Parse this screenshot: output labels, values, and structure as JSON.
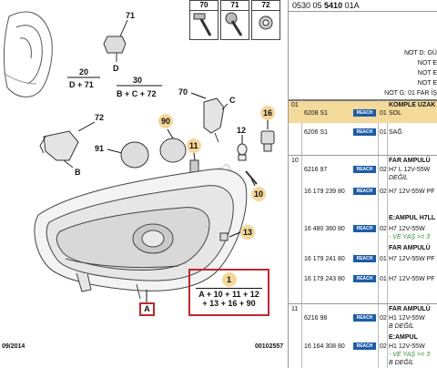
{
  "diagram": {
    "labels": {
      "l71": "71",
      "lD": "D",
      "l20": "20",
      "l20f": "D + 71",
      "l30": "30",
      "l30f": "B + C + 72",
      "l70": "70",
      "lC": "C",
      "l72": "72",
      "l90": "90",
      "l16": "16",
      "l12": "12",
      "lB": "B",
      "l91": "91",
      "l11": "11",
      "l10": "10",
      "l13": "13"
    },
    "screws": [
      "70",
      "71",
      "72"
    ],
    "formula": {
      "badge": "1",
      "line1": "A + 10 + 11 + 12",
      "line2": "+ 13 + 16 + 90"
    },
    "a_label": "A",
    "footer_left": "09/2014",
    "footer_right": "00102557",
    "watermark": "duyukoto.com",
    "colors": {
      "frame": "#c0282d",
      "badge": "#f6d79a",
      "reach": "#1d5ca8",
      "highlight": "#f3d99a"
    }
  },
  "panel": {
    "ref_prefix": "0530 05 ",
    "ref_bold": "5410",
    "ref_suffix": " 01A",
    "notes": [
      "NOT D: GÜ",
      "NOT E",
      "NOT E",
      "NOT E",
      "NOT G: 01 FAR İŞ"
    ],
    "items": [
      {
        "no": "01",
        "rows": [
          {
            "part": "6208 S1",
            "reach": "REACH",
            "qty": "01",
            "desc": "KOMPLE UZAK",
            "desc2": "SOL"
          },
          {
            "part": "6206 S1",
            "reach": "REACH",
            "qty": "01",
            "desc": "SAĞ"
          }
        ]
      },
      {
        "no": "10",
        "rows": [
          {
            "part": "6216 97",
            "reach": "REACH",
            "qty": "02",
            "desc": "FAR AMPULÜ",
            "desc2": "H7 L 12V-55W",
            "desc3": "DEĞİL"
          },
          {
            "part": "16 179 239 80",
            "reach": "REACH",
            "qty": "02",
            "desc": "H7 12V-55W PF"
          },
          {
            "part": "16 480 360 80",
            "reach": "REACH",
            "qty": "02",
            "desc": "E:AMPUL H7LL",
            "desc2": "H7 12V-55W",
            "desc3": "- VE YAŞ >= 3"
          },
          {
            "part": "16 179 241 80",
            "reach": "REACH",
            "qty": "01",
            "desc": "FAR AMPULÜ",
            "desc2": "H7 12V-55W PF"
          },
          {
            "part": "16 179 243 80",
            "reach": "REACH",
            "qty": "01",
            "desc": "H7 12V-55W PF"
          }
        ]
      },
      {
        "no": "11",
        "rows": [
          {
            "part": "6216 98",
            "reach": "REACH",
            "qty": "02",
            "desc": "FAR AMPULÜ",
            "desc2": "H1 12V-55W",
            "desc3": "B DEĞİL"
          },
          {
            "part": "16 164 308 80",
            "reach": "REACH",
            "qty": "02",
            "desc": "E:AMPUL",
            "desc2": "H1 12V-55W",
            "desc3": "- VE YAŞ >= 3",
            "desc4": "B DEĞİL"
          }
        ]
      }
    ]
  }
}
